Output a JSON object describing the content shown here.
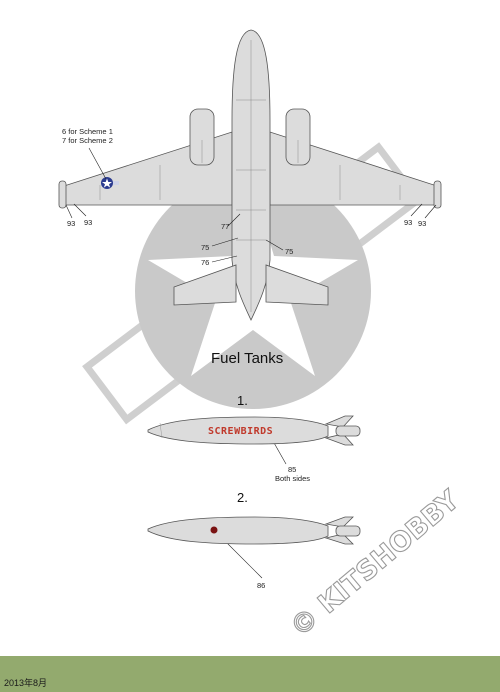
{
  "colors": {
    "background": "#ffffff",
    "roundel_gray": "#c9c9c9",
    "aircraft_fill": "#dcdcdc",
    "outline": "#555555",
    "footer_bar": "#93aa6e",
    "brand_red": "#c0392b",
    "insignia_blue": "#2b3b8f"
  },
  "callouts": {
    "scheme_line1": "6 for Scheme 1",
    "scheme_line2": "7 for Scheme 2",
    "c93_left_a": "93",
    "c93_left_b": "93",
    "c93_right_a": "93",
    "c93_right_b": "93",
    "c77": "77",
    "c75_left": "75",
    "c76": "76",
    "c75_right": "75"
  },
  "fuel_section": {
    "title": "Fuel Tanks",
    "tank1": {
      "number": "1.",
      "marking": "SCREWBIRDS",
      "callout_number": "85",
      "callout_note": "Both sides"
    },
    "tank2": {
      "number": "2.",
      "callout_number": "86"
    }
  },
  "watermark": "© KITSHOBBY",
  "footer": {
    "date": "2013年8月"
  }
}
